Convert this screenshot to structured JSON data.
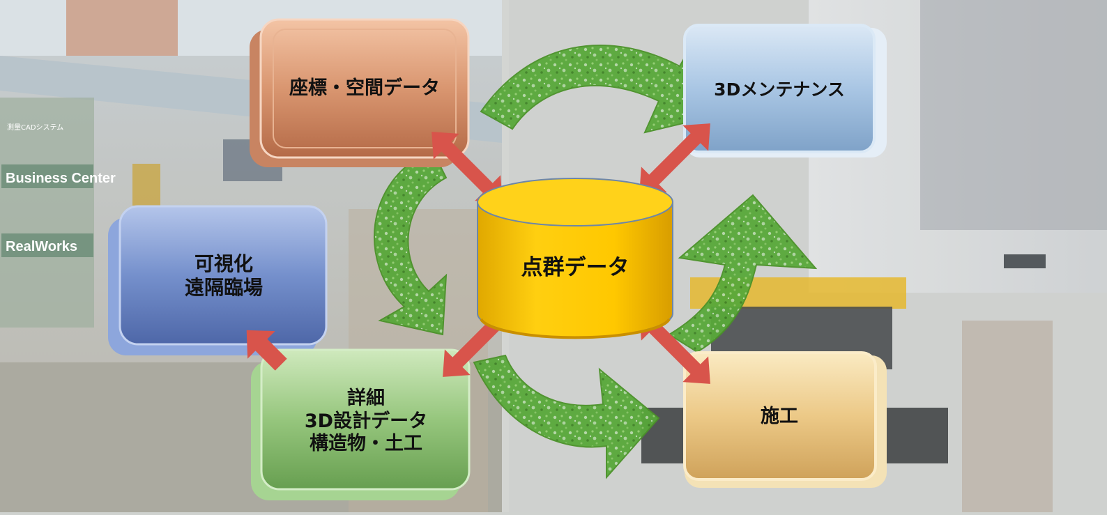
{
  "center": {
    "label": "点群データ",
    "color": "#f5c400"
  },
  "boxes": {
    "coord": {
      "lines": [
        "座標・空間データ"
      ],
      "color": "#d9936c"
    },
    "maint": {
      "lines": [
        "3Dメンテナンス"
      ],
      "color": "#9fbfe0"
    },
    "vis": {
      "lines": [
        "可視化",
        "遠隔臨場"
      ],
      "color": "#6e8ac9"
    },
    "design": {
      "lines": [
        "詳細",
        "3D設計データ",
        "構造物・土工"
      ],
      "color": "#8fc377"
    },
    "constr": {
      "lines": [
        "施工"
      ],
      "color": "#e9c98a"
    }
  },
  "background_signs": {
    "business": "Business Center",
    "realworks": "RealWorks",
    "cad": "測量CADシステム"
  },
  "colors": {
    "arrow_red": "#d8544b",
    "arrow_green": "#4f9a2c"
  }
}
